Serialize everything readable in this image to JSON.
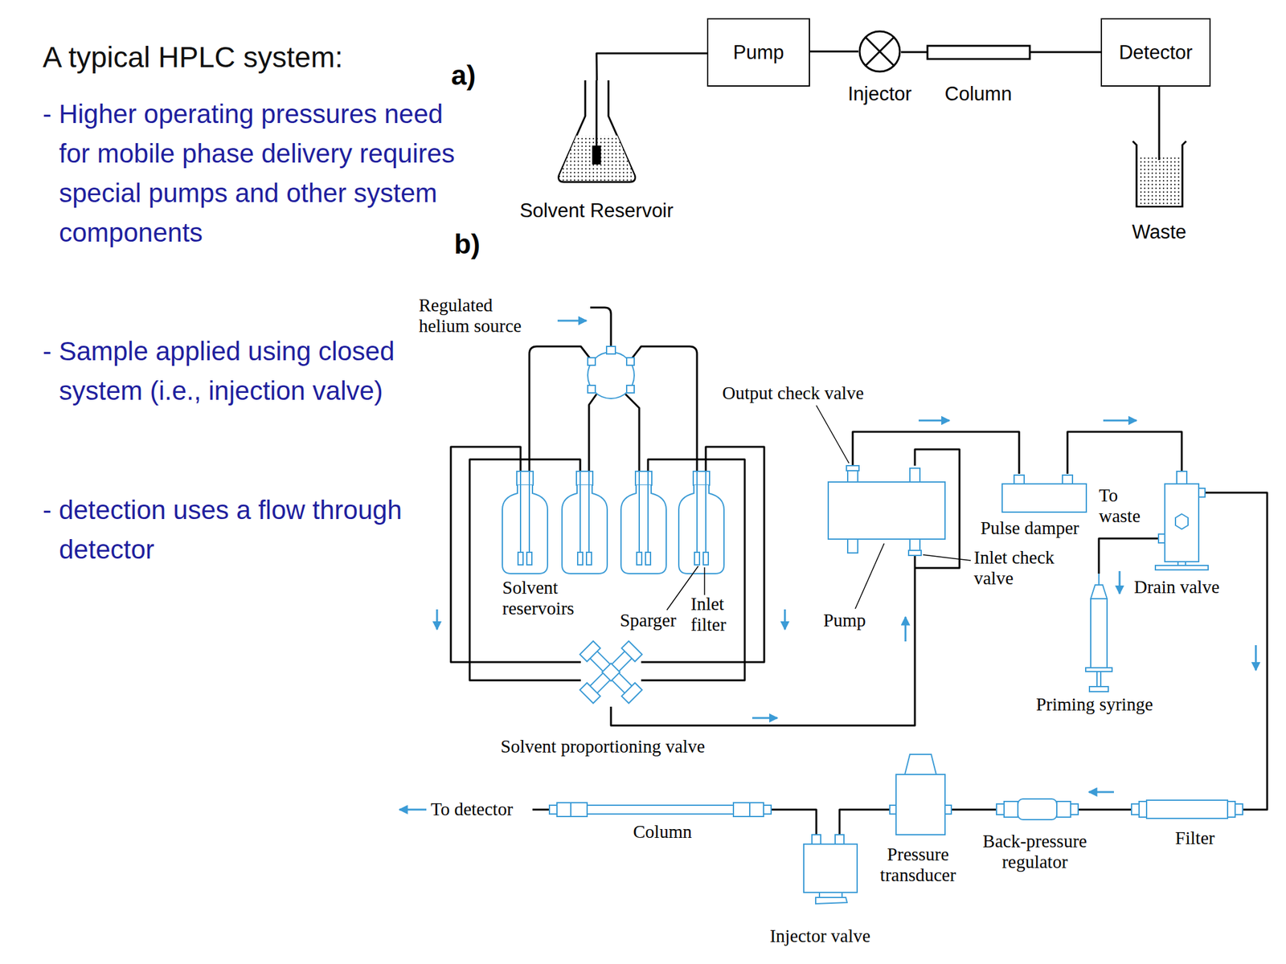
{
  "diagram": {
    "title": "A typical HPLC system:",
    "nodes": [
      {
        "text": [
          "Pump"
        ]
      },
      {
        "text": [
          "Injector"
        ]
      },
      {
        "text": [
          "Column"
        ]
      },
      {
        "text": [
          "Detector"
        ]
      },
      {
        "text": [
          "Solvent Reservoir"
        ]
      },
      {
        "text": [
          "Waste"
        ]
      },
      {
        "text": [
          "Pump"
        ]
      },
      {
        "text": [
          "Pulse damper"
        ]
      },
      {
        "text": [
          "Drain valve"
        ]
      },
      {
        "text": [
          "Priming syringe"
        ]
      },
      {
        "text": [
          "Filter"
        ]
      },
      {
        "text": [
          "Back-pressure regulator"
        ]
      },
      {
        "text": [
          "Pressure transducer"
        ]
      },
      {
        "text": [
          "Column"
        ]
      },
      {
        "text": [
          "Injector valve"
        ]
      },
      {
        "text": [
          "Solvent proportioning valve"
        ]
      }
    ],
    "edges": [
      {
        "from": 4,
        "to": 0,
        "arrow": "none"
      },
      {
        "from": 0,
        "to": 1,
        "arrow": "none"
      },
      {
        "from": 1,
        "to": 2,
        "arrow": "none"
      },
      {
        "from": 2,
        "to": 3,
        "arrow": "none"
      },
      {
        "from": 3,
        "to": 5,
        "arrow": "none"
      },
      {
        "from": 15,
        "to": 6,
        "arrow": "none"
      },
      {
        "from": 6,
        "to": 7,
        "arrow": "none"
      },
      {
        "from": 7,
        "to": 8,
        "arrow": "none"
      },
      {
        "from": 8,
        "to": 9,
        "arrow": "none"
      },
      {
        "from": 8,
        "to": 10,
        "arrow": "none"
      },
      {
        "from": 10,
        "to": 11,
        "arrow": "none"
      },
      {
        "from": 11,
        "to": 12,
        "arrow": "none"
      },
      {
        "from": 12,
        "to": 14,
        "arrow": "none"
      },
      {
        "from": 14,
        "to": 13,
        "arrow": "none"
      }
    ],
    "labels": [
      "- Higher operating pressures need for mobile phase delivery requires special pumps and other system components",
      "- Sample applied using closed system (i.e., injection valve)",
      "- detection uses a flow through detector",
      "a)",
      "b)",
      "Regulated helium source",
      "Solvent reservoirs",
      "Sparger",
      "Inlet filter",
      "Output check valve",
      "Inlet check valve",
      "To waste",
      "To detector"
    ]
  }
}
